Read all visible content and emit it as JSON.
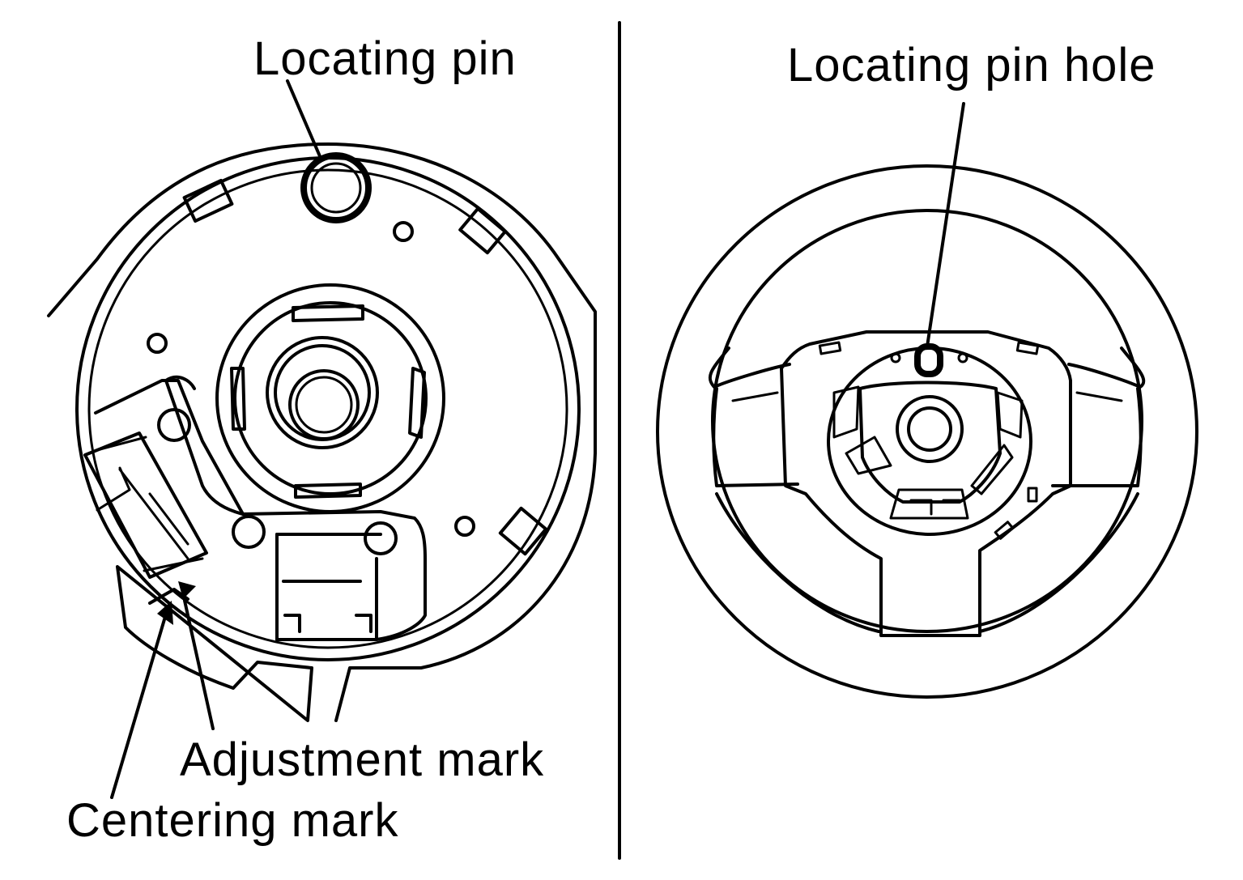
{
  "labels": {
    "locating_pin": "Locating pin",
    "locating_pin_hole": "Locating pin hole",
    "adjustment_mark": "Adjustment mark",
    "centering_mark": "Centering mark"
  },
  "colors": {
    "line": "#000000",
    "background": "#ffffff"
  }
}
